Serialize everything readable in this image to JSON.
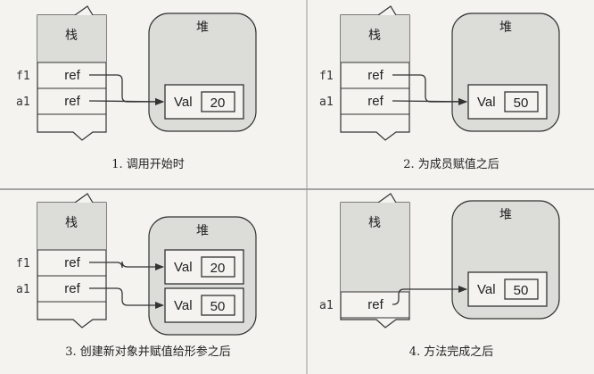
{
  "stack_label": "栈",
  "heap_label": "堆",
  "ref_label": "ref",
  "val_label": "Val",
  "colors": {
    "fill": "#dcdcd8",
    "stroke": "#333333",
    "box": "#f4f3ef"
  },
  "panels": [
    {
      "caption": "1. 调用开始时",
      "rows": [
        "f1",
        "a1"
      ],
      "objects": [
        "20"
      ],
      "arrows": [
        {
          "from": "f1",
          "to": 0
        },
        {
          "from": "a1",
          "to": 0
        }
      ]
    },
    {
      "caption": "2. 为成员赋值之后",
      "rows": [
        "f1",
        "a1"
      ],
      "objects": [
        "50"
      ],
      "arrows": [
        {
          "from": "f1",
          "to": 0
        },
        {
          "from": "a1",
          "to": 0
        }
      ]
    },
    {
      "caption": "3. 创建新对象并赋值给形参之后",
      "rows": [
        "f1",
        "a1"
      ],
      "objects": [
        "20",
        "50"
      ],
      "arrows": [
        {
          "from": "f1",
          "to": 0
        },
        {
          "from": "a1",
          "to": 1
        }
      ]
    },
    {
      "caption": "4. 方法完成之后",
      "rows": [
        "a1"
      ],
      "objects": [
        "50"
      ],
      "arrows": [
        {
          "from": "a1",
          "to": 0
        }
      ]
    }
  ]
}
